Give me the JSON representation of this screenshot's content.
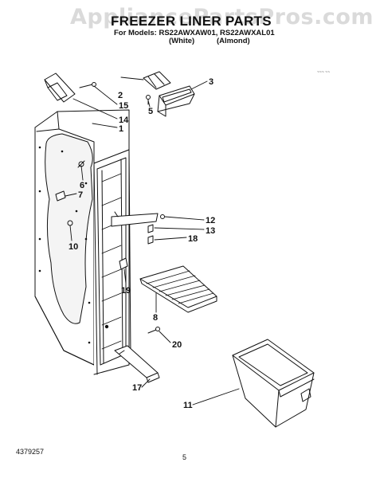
{
  "header": {
    "watermark": "AppliancePartsPros.com",
    "title": "FREEZER LINER PARTS",
    "models_line": "For Models: RS22AWXAW01, RS22AWXAL01",
    "variant_white": "(White)",
    "variant_almond": "(Almond)",
    "corner_mark": "~~~ ~~"
  },
  "callouts": [
    {
      "id": "c1",
      "label": "1"
    },
    {
      "id": "c2",
      "label": "2"
    },
    {
      "id": "c3",
      "label": "3"
    },
    {
      "id": "c5",
      "label": "5"
    },
    {
      "id": "c6",
      "label": "6"
    },
    {
      "id": "c7",
      "label": "7"
    },
    {
      "id": "c8",
      "label": "8"
    },
    {
      "id": "c10",
      "label": "10"
    },
    {
      "id": "c11",
      "label": "11"
    },
    {
      "id": "c12",
      "label": "12"
    },
    {
      "id": "c13",
      "label": "13"
    },
    {
      "id": "c14",
      "label": "14"
    },
    {
      "id": "c15",
      "label": "15"
    },
    {
      "id": "c17",
      "label": "17"
    },
    {
      "id": "c18",
      "label": "18"
    },
    {
      "id": "c19",
      "label": "19"
    },
    {
      "id": "c20",
      "label": "20"
    }
  ],
  "footer": {
    "part_number": "4379257",
    "page_number": "5"
  }
}
